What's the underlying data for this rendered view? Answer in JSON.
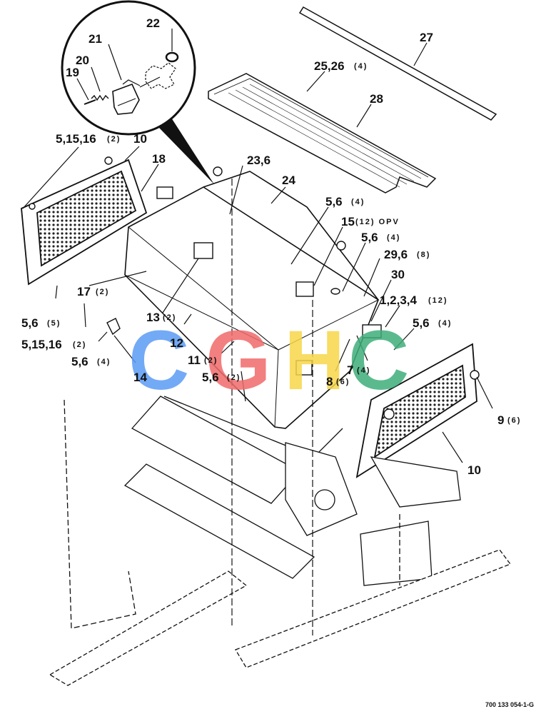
{
  "diagram": {
    "watermark": {
      "letters": [
        "C",
        "G",
        "H",
        "C"
      ],
      "colors": [
        "#5b9cf5",
        "#f06b6b",
        "#f7d74a",
        "#3fae7a"
      ]
    },
    "drawing_ref": "700 133 054-1-G",
    "callouts": {
      "c22": "22",
      "c21": "21",
      "c20": "20",
      "c19": "19",
      "c27": "27",
      "c25_26": "25,26",
      "c25_26_q": "(4)",
      "c28": "28",
      "c5_15_16_top": "5,15,16",
      "c5_15_16_top_q": "(2)",
      "c10_top": "10",
      "c18": "18",
      "c23_6": "23,6",
      "c24": "24",
      "c5_6_a": "5,6",
      "c5_6_a_q": "(4)",
      "c15": "15",
      "c15_q": "(12) OPV",
      "c5_6_b": "5,6",
      "c5_6_b_q": "(4)",
      "c29_6": "29,6",
      "c29_6_q": "(8)",
      "c30": "30",
      "c17": "17",
      "c17_q": "(2)",
      "c5_6_c": "5,6",
      "c5_6_c_q": "(5)",
      "c1_2_3_4": "1,2,3,4",
      "c1_2_3_4_q": "(12)",
      "c13": "13",
      "c13_q": "(2)",
      "c5_6_d": "5,6",
      "c5_6_d_q": "(4)",
      "c5_15_16_bot": "5,15,16",
      "c5_15_16_bot_q": "(2)",
      "c12": "12",
      "c11": "11",
      "c11_q": "(2)",
      "c5_6_e": "5,6",
      "c5_6_e_q": "(4)",
      "c14": "14",
      "c5_6_f": "5,6",
      "c5_6_f_q": "(2)",
      "c8": "8",
      "c8_q": "(6)",
      "c7": "7",
      "c7_q": "(4)",
      "c9": "9",
      "c9_q": "(6)",
      "c10_bot": "10"
    }
  }
}
